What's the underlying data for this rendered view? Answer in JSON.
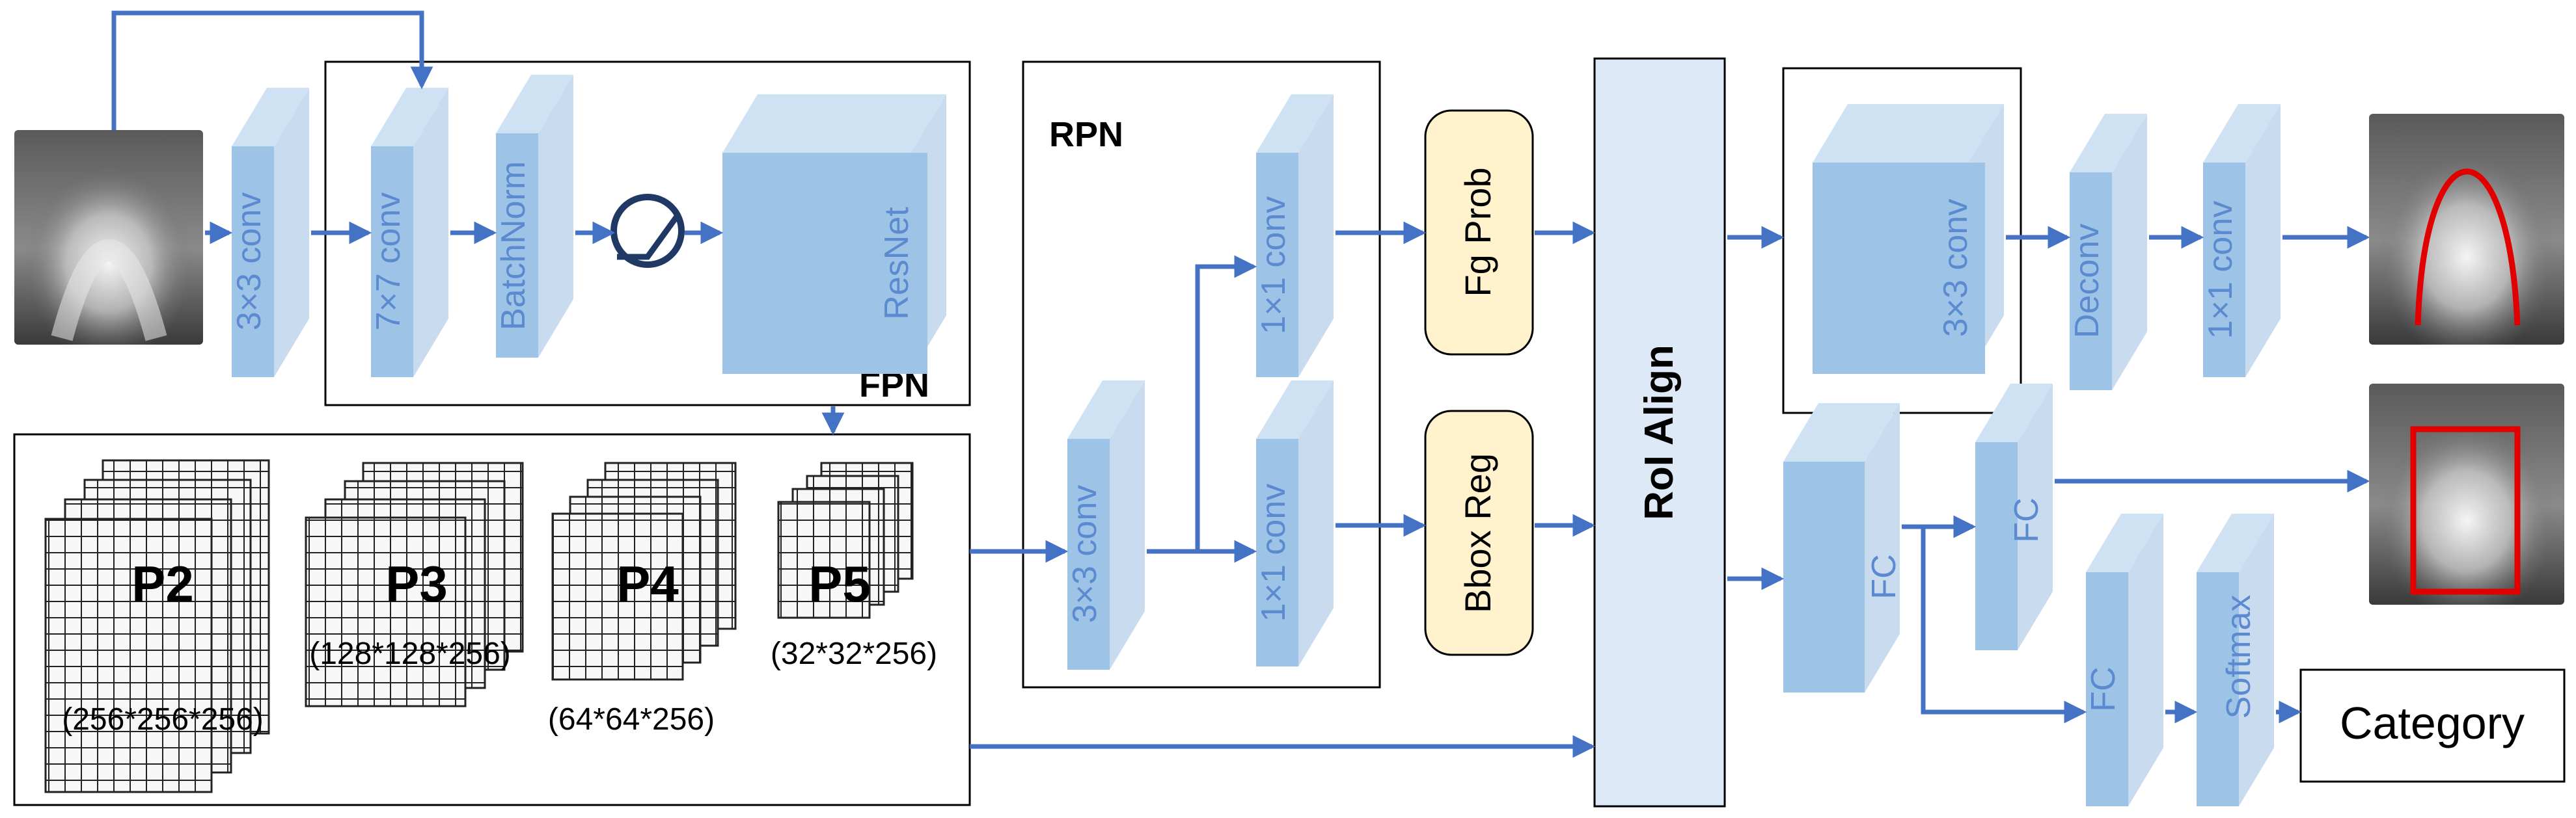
{
  "labels": {
    "conv3_in": "3×3 conv",
    "conv7": "7×7 conv",
    "batchnorm": "BatchNorm",
    "resnet": "ResNet",
    "fpn": "FPN",
    "rpn": "RPN",
    "rpn_conv3": "3×3 conv",
    "rpn_conv1_top": "1×1 conv",
    "rpn_conv1_bottom": "1×1 conv",
    "fg_prob": "Fg Prob",
    "bbox_reg": "Bbox Reg",
    "roi_align": "RoI Align",
    "mask_conv3": "3×3 conv",
    "deconv": "Deconv",
    "mask_conv1": "1×1 conv",
    "fc1": "FC",
    "fc2": "FC",
    "fc3": "FC",
    "softmax": "Softmax",
    "category": "Category"
  },
  "pyramid": [
    {
      "name": "P2",
      "dims": "(256*256*256)"
    },
    {
      "name": "P3",
      "dims": "(128*128*256)"
    },
    {
      "name": "P4",
      "dims": "(64*64*256)"
    },
    {
      "name": "P5",
      "dims": "(32*32*256)"
    }
  ],
  "colors": {
    "arrow": "#4472c4",
    "block_front": "#9dc3e6",
    "block_top": "#cfe2f3",
    "block_side": "#c9dbee",
    "block_text": "#5b8ad0",
    "head_fill": "#fff2cc",
    "roi_fill": "#dde9f6",
    "curve": "#e00000",
    "relu_icon": "#1f3864"
  }
}
